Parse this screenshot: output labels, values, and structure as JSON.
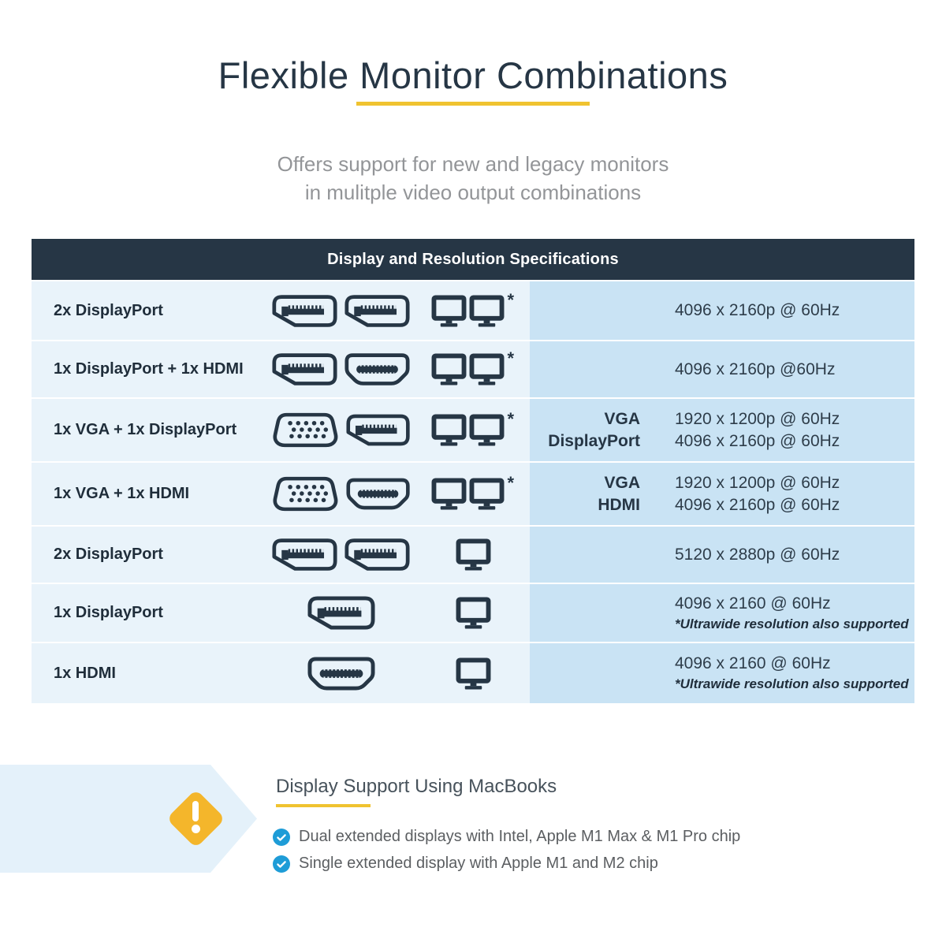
{
  "title": "Flexible Monitor Combinations",
  "subtitle_line1": "Offers support for new and legacy monitors",
  "subtitle_line2": "in mulitple video output combinations",
  "colors": {
    "navy": "#263645",
    "row_bg": "#e9f3fa",
    "right_col_bg": "#c9e3f4",
    "yellow_underline": "#F0C330",
    "warning_yellow": "#F4B62B",
    "check_blue": "#1E9CD7",
    "subtitle_gray": "#939598",
    "bullet_gray": "#5b5e61"
  },
  "table": {
    "header": "Display and Resolution Specifications",
    "rows": [
      {
        "label": "2x DisplayPort",
        "connectors": [
          "displayport",
          "displayport"
        ],
        "monitors": 2,
        "asterisk": "*",
        "resolutions": [
          {
            "protocol": "",
            "value": "4096 x 2160p @ 60Hz"
          }
        ],
        "note": ""
      },
      {
        "label": "1x DisplayPort + 1x HDMI",
        "connectors": [
          "displayport",
          "hdmi"
        ],
        "monitors": 2,
        "asterisk": "*",
        "resolutions": [
          {
            "protocol": "",
            "value": "4096 x 2160p @60Hz"
          }
        ],
        "note": ""
      },
      {
        "label": "1x VGA + 1x DisplayPort",
        "connectors": [
          "vga",
          "displayport"
        ],
        "monitors": 2,
        "asterisk": "*",
        "resolutions": [
          {
            "protocol": "VGA",
            "value": "1920 x 1200p @ 60Hz"
          },
          {
            "protocol": "DisplayPort",
            "value": "4096 x 2160p @ 60Hz"
          }
        ],
        "note": ""
      },
      {
        "label": "1x VGA + 1x HDMI",
        "connectors": [
          "vga",
          "hdmi"
        ],
        "monitors": 2,
        "asterisk": "*",
        "resolutions": [
          {
            "protocol": "VGA",
            "value": "1920 x 1200p @ 60Hz"
          },
          {
            "protocol": "HDMI",
            "value": "4096 x 2160p @ 60Hz"
          }
        ],
        "note": ""
      },
      {
        "label": "2x DisplayPort",
        "connectors": [
          "displayport",
          "displayport"
        ],
        "monitors": 1,
        "asterisk": "",
        "resolutions": [
          {
            "protocol": "",
            "value": "5120 x 2880p @ 60Hz"
          }
        ],
        "note": ""
      },
      {
        "label": "1x DisplayPort",
        "connectors": [
          "displayport"
        ],
        "monitors": 1,
        "asterisk": "",
        "resolutions": [
          {
            "protocol": "",
            "value": "4096 x 2160 @ 60Hz"
          }
        ],
        "note": "*Ultrawide resolution also supported"
      },
      {
        "label": "1x HDMI",
        "connectors": [
          "hdmi"
        ],
        "monitors": 1,
        "asterisk": "",
        "resolutions": [
          {
            "protocol": "",
            "value": "4096 x 2160 @ 60Hz"
          }
        ],
        "note": "*Ultrawide resolution also supported"
      }
    ]
  },
  "callout": {
    "heading": "Display Support Using MacBooks",
    "warning_icon": "exclamation-diamond",
    "bullets": [
      {
        "icon": "check-circle",
        "text": "Dual extended displays with Intel, Apple M1 Max & M1 Pro chip"
      },
      {
        "icon": "check-circle",
        "text": "Single extended display with Apple M1 and M2 chip"
      }
    ]
  }
}
